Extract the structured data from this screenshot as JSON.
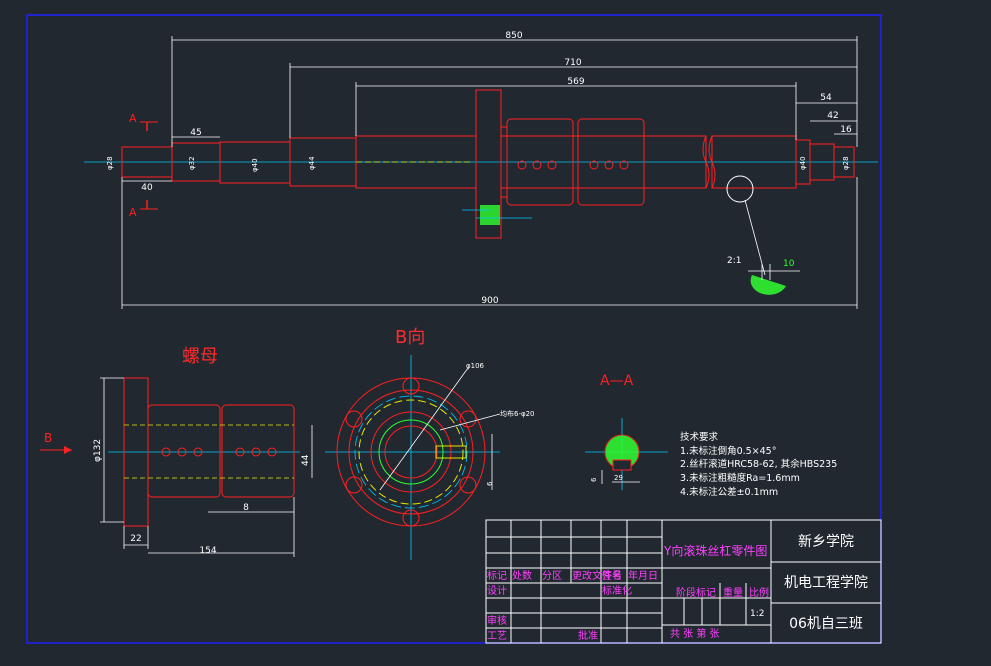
{
  "colors": {
    "background": "#212830",
    "frame": "#2020ff",
    "part": "#ff2020",
    "dimension": "#ffffff",
    "centerline": "#00c8ff",
    "hatch": "#30ff30",
    "titleblock_text": "#ff40ff"
  },
  "dims": {
    "total_850": "850",
    "d_710": "710",
    "d_569": "569",
    "d_54": "54",
    "d_42": "42",
    "d_16": "16",
    "d_45": "45",
    "d_40": "40",
    "d_900": "900",
    "phi28_left": "φ28",
    "phi32": "φ32",
    "phi40_left": "φ40",
    "phi44": "φ44",
    "phi40_right": "φ40",
    "phi28_right": "φ28",
    "detail_scale": "2:1",
    "detail_10": "10",
    "nut_132": "φ132",
    "nut_22": "22",
    "nut_154": "154",
    "nut_8": "8",
    "nut_44": "44",
    "bview_106": "φ106",
    "bview_holes": "均布6-φ20",
    "tol_6": "6",
    "tol_29": "29"
  },
  "labels": {
    "section_a_top": "A",
    "section_a_bottom": "A",
    "nut_title": "螺母",
    "view_b_title": "B向",
    "section_aa_title": "A—A",
    "arrow_b": "B"
  },
  "requirements": {
    "title": "技术要求",
    "items": [
      "1.未标注倒角0.5×45°",
      "2.丝杆滚道HRC58-62, 其余HBS235",
      "3.未标注粗糙度Ra=1.6mm",
      "4.未标注公差±0.1mm"
    ]
  },
  "title_block": {
    "drawing_name": "Y向滚珠丝杠零件图",
    "school": "新乡学院",
    "department": "机电工程学院",
    "class_name": "06机自三班",
    "row_headers": [
      "标记",
      "处数",
      "分区",
      "更改文件号",
      "签名",
      "年月日"
    ],
    "design": "设计",
    "standardize": "标准化",
    "review": "审核",
    "process": "工艺",
    "approve": "批准",
    "stage_mark": "阶段标记",
    "weight": "重量",
    "scale_label": "比例",
    "scale_value": "1:2",
    "sheet_info": "共  张  第  张"
  }
}
